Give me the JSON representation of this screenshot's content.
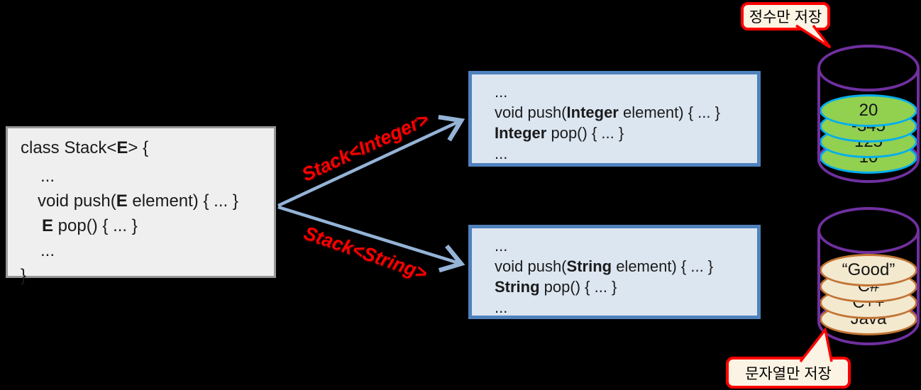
{
  "generic_box": {
    "l1a": "class Stack<",
    "l1b": "E",
    "l1c": "> {",
    "l2": "...",
    "l3a": "void push(",
    "l3b": "E",
    "l3c": " element) { ... }",
    "l4a": "E",
    "l4b": " pop() { ... }",
    "l5": "...",
    "l6": "}"
  },
  "integer_box": {
    "l1": "...",
    "l2a": "void push(",
    "l2b": "Integer",
    "l2c": " element) { ... }",
    "l3a": "Integer",
    "l3b": " pop() { ... }",
    "l4": "..."
  },
  "string_box": {
    "l1": "...",
    "l2a": "void push(",
    "l2b": "String",
    "l2c": " element) { ... }",
    "l3a": "String",
    "l3b": " pop() { ... }",
    "l4": "..."
  },
  "arrows": {
    "integer_label": "Stack<Integer>",
    "string_label": "Stack<String>",
    "line_color": "#95B3D7",
    "label_color": "#FF0000"
  },
  "integer_stack": {
    "items": [
      "20",
      "-345",
      "125",
      "10"
    ],
    "disk_fill": "#92D050",
    "disk_border": "#00AEEF",
    "cylinder_outline": "#7030A0"
  },
  "string_stack": {
    "items": [
      "“Good”",
      "C#",
      "C++",
      "Java"
    ],
    "disk_fill": "#F3E9CF",
    "disk_border": "#C17434",
    "cylinder_outline": "#7030A0"
  },
  "callout_integer": {
    "text": "정수만 저장"
  },
  "callout_string": {
    "text": "문자열만 저장"
  },
  "callout_style": {
    "border": "#FF0000",
    "fill": "#FBF3E3"
  }
}
